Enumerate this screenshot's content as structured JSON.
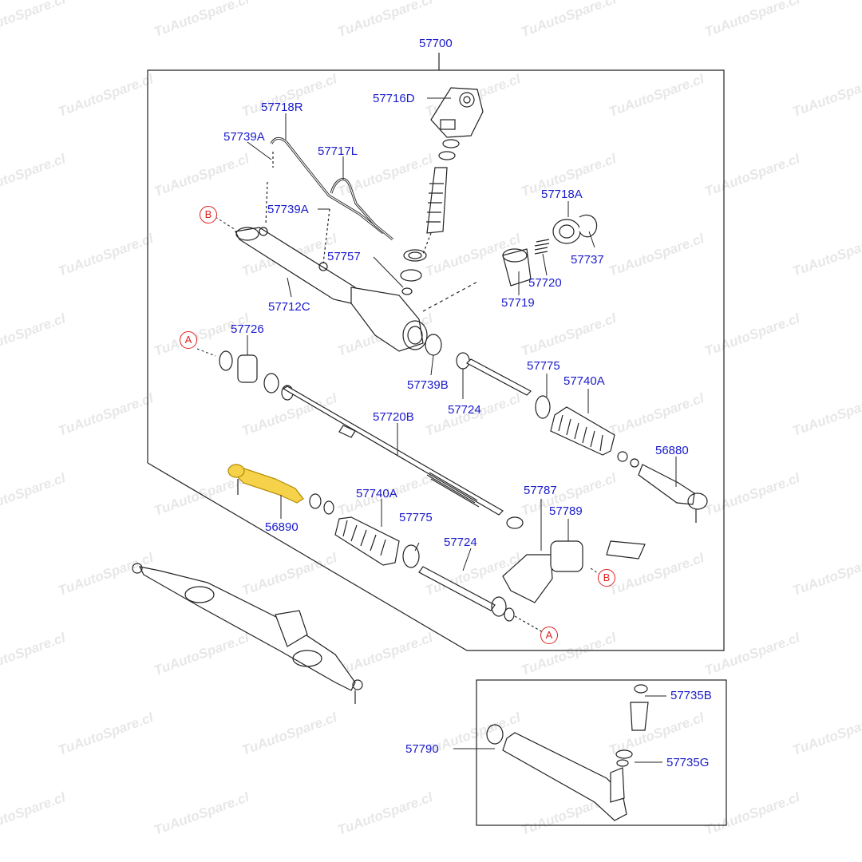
{
  "watermark": {
    "text": "TuAutoSpare.cl"
  },
  "colors": {
    "label": "#1a1acc",
    "ref": "#e02020",
    "highlight": "#f0c020",
    "line": "#222222"
  },
  "parts": {
    "p57700": "57700",
    "p57716D": "57716D",
    "p57718R": "57718R",
    "p57739A_top": "57739A",
    "p57717L": "57717L",
    "p57739A_mid": "57739A",
    "p57718A": "57718A",
    "p57737": "57737",
    "p57757": "57757",
    "p57720": "57720",
    "p57719": "57719",
    "p57712C": "57712C",
    "p57726": "57726",
    "p57739B": "57739B",
    "p57724_top": "57724",
    "p57775_top": "57775",
    "p57740A_top": "57740A",
    "p57720B": "57720B",
    "p56880": "56880",
    "p56890": "56890",
    "p57740A_bot": "57740A",
    "p57775_bot": "57775",
    "p57724_bot": "57724",
    "p57787": "57787",
    "p57789": "57789",
    "p57790": "57790",
    "p57735B": "57735B",
    "p57735G": "57735G"
  },
  "refs": {
    "a_left": "A",
    "a_right": "A",
    "b_top": "B",
    "b_right": "B"
  }
}
